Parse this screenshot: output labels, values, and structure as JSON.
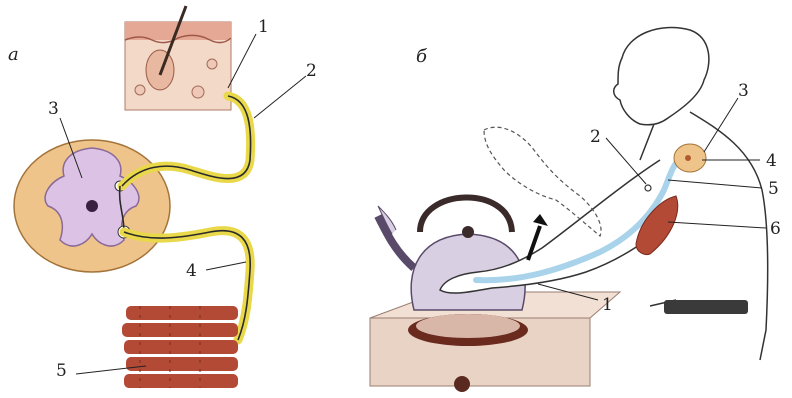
{
  "panels": {
    "a": {
      "letter": "а",
      "labels": {
        "l1": "1",
        "l2": "2",
        "l3": "3",
        "l4": "4",
        "l5": "5"
      }
    },
    "b": {
      "letter": "б",
      "labels": {
        "l1": "1",
        "l2": "2",
        "l3": "3",
        "l4": "4",
        "l5": "5",
        "l6": "6"
      }
    }
  },
  "colors": {
    "nerve": "#e9d84a",
    "nerve_line": "#2a2a2a",
    "skin": "#f3d9c8",
    "spinal_outer": "#efc48a",
    "spinal_gray": "#dcc3e6",
    "muscle": "#b24a35",
    "kettle": "#d9cfe3",
    "stove": "#e9d3c5",
    "nerve_path_b": "#a9d3ea"
  }
}
